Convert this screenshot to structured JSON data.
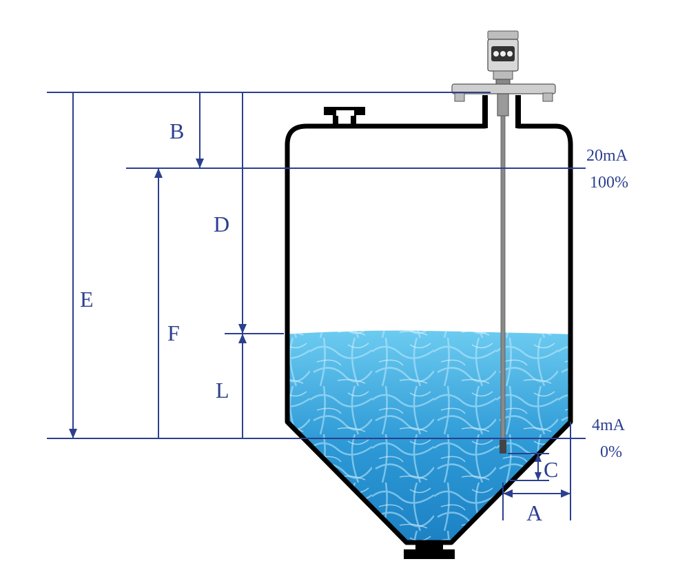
{
  "diagram": {
    "labels": {
      "B": "B",
      "D": "D",
      "E": "E",
      "F": "F",
      "L": "L",
      "C": "C",
      "A": "A"
    },
    "signals": {
      "top_current": "20mA",
      "top_percent": "100%",
      "bottom_current": "4mA",
      "bottom_percent": "0%"
    },
    "colors": {
      "dimension": "#2b3f8f",
      "tank_outline": "#000000",
      "water_light": "#5fc3ec",
      "water_dark": "#1b86c7"
    }
  }
}
